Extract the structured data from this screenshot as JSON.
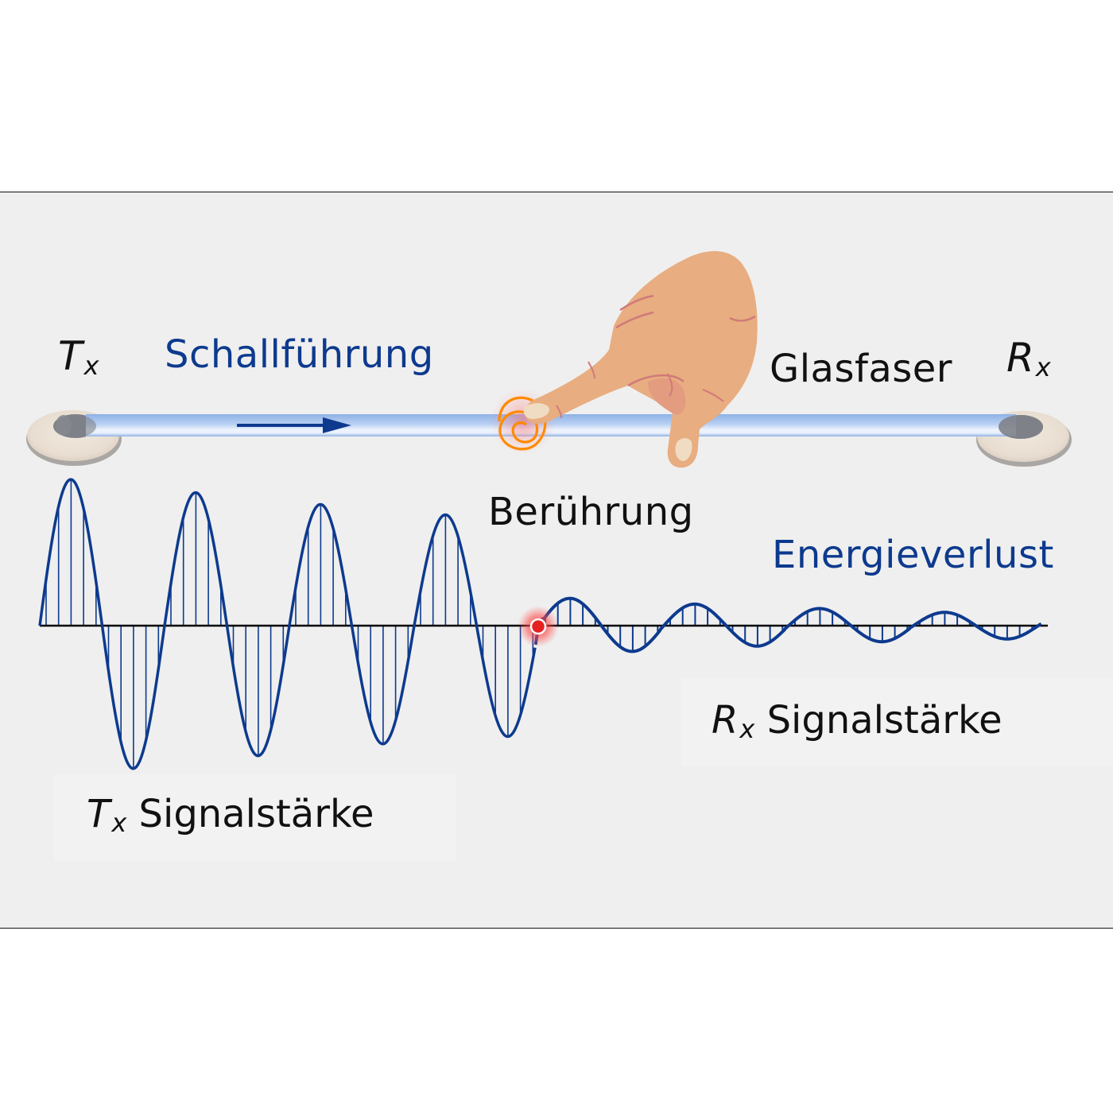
{
  "diagram": {
    "labels": {
      "tx_symbol": "T",
      "tx_subscript": "x",
      "rx_symbol": "R",
      "rx_subscript": "x",
      "sound_guide": "Schallführung",
      "fiber": "Glasfaser",
      "touch": "Berührung",
      "energy_loss": "Energieverlust",
      "tx_strength_symbol": "T",
      "tx_strength_subscript": "x",
      "tx_strength": "Signalstärke",
      "rx_strength_symbol": "R",
      "rx_strength_subscript": "x",
      "rx_strength": "Signalstärke"
    },
    "colors": {
      "accent_blue": "#0d3a8e",
      "wave_blue": "#0d3a8e",
      "fiber_blue": "#9bbbe8",
      "panel_bg": "#efefef",
      "touch_ring": "#ff8a00",
      "touch_glow": "#ff3030",
      "skin": "#e8ad80",
      "text": "#111111"
    },
    "icons": [
      "transducer-disc-icon",
      "receiver-disc-icon",
      "arrow-right-icon",
      "pointing-hand-icon",
      "touch-ripple-icon"
    ],
    "wave": {
      "tx_cycles": 4,
      "tx_amplitudes": [
        1.0,
        0.91,
        0.83,
        0.75
      ],
      "rx_cycles": 4,
      "rx_amplitudes": [
        0.19,
        0.15,
        0.12,
        0.09
      ],
      "damping_after_touch": true
    }
  }
}
